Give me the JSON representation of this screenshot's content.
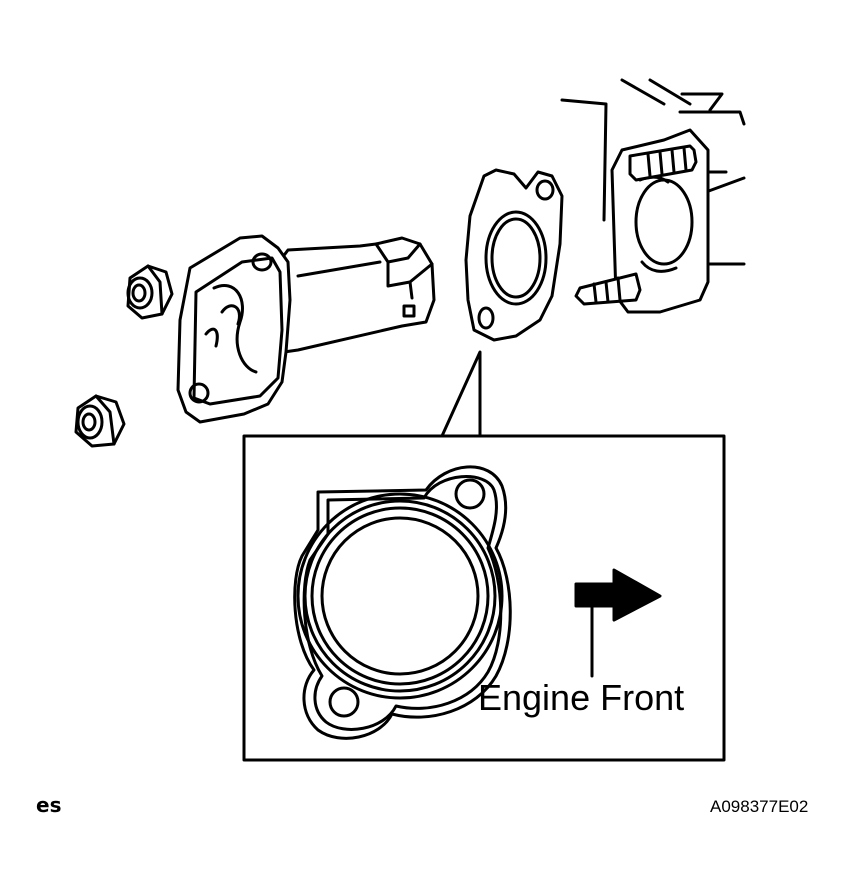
{
  "labels": {
    "direction": "Engine Front",
    "figure_code": "A098377E02",
    "corner_mark": "es"
  },
  "colors": {
    "ink": "#000000",
    "paper": "#ffffff"
  }
}
